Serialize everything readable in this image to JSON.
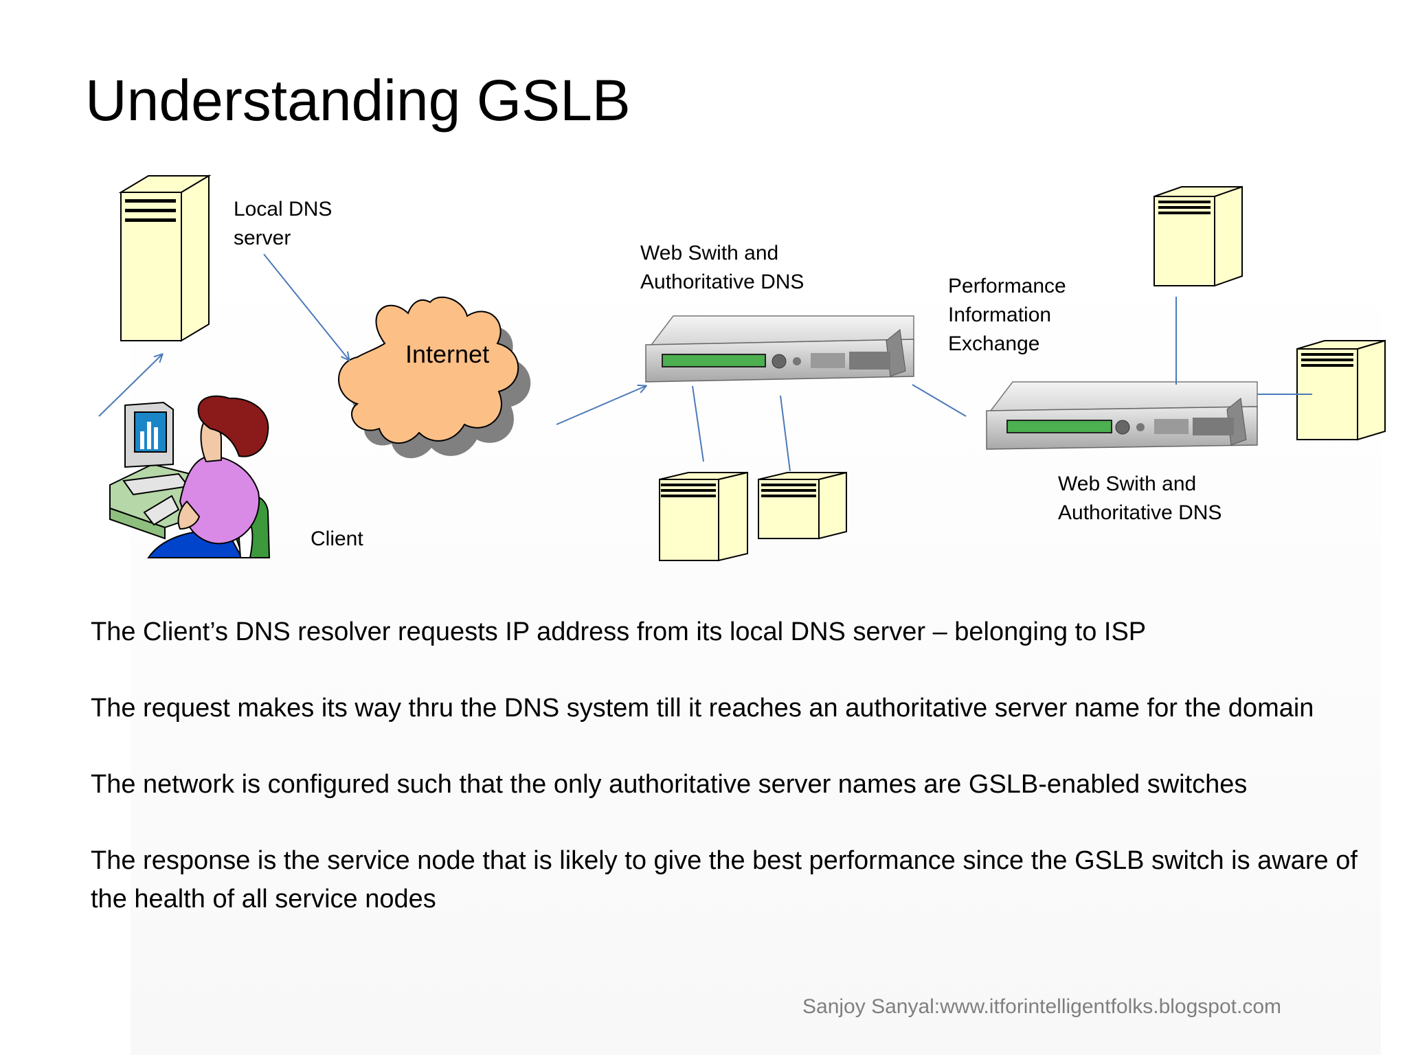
{
  "title": "Understanding GSLB",
  "diagram": {
    "local_dns_label": [
      "Local DNS",
      "server"
    ],
    "internet_label": "Internet",
    "web_switch_1_label": [
      "Web Swith and",
      "Authoritative DNS"
    ],
    "performance_label": [
      "Performance",
      "Information",
      "Exchange"
    ],
    "web_switch_2_label": [
      "Web Swith and",
      "Authoritative DNS"
    ],
    "client_label": "Client"
  },
  "body": [
    "The Client’s DNS resolver requests IP address from its local DNS server – belonging to ISP",
    "The request makes its way thru the DNS system till it reaches an authoritative server name for the domain",
    "The network  is configured such that the only authoritative server names are GSLB-enabled switches",
    "The response is the service node that is likely to give the best performance since the GSLB switch is aware of the health of all service nodes"
  ],
  "footer": "Sanjoy Sanyal:www.itforintelligentfolks.blogspot.com",
  "colors": {
    "server_fill": "#ffffcc",
    "cloud_fill": "#fcbf86",
    "connector": "#4a7ab8"
  }
}
